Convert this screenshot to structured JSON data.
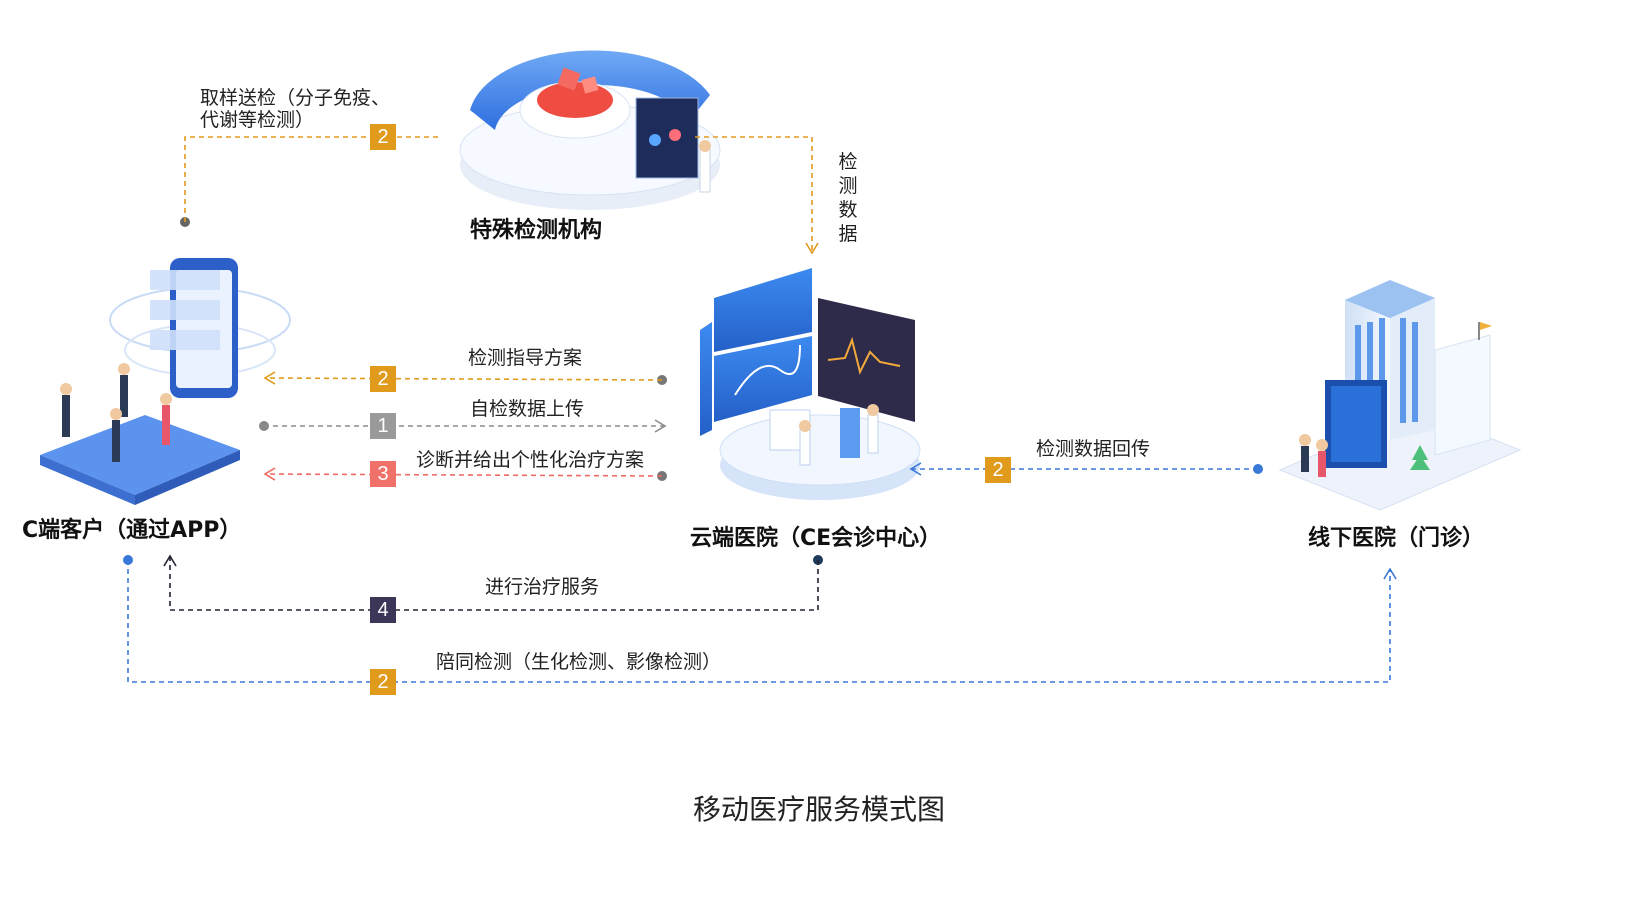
{
  "colors": {
    "orange": "#e09b1c",
    "gray": "#8c8c8c",
    "red": "#f06a64",
    "blue": "#3a78d8",
    "dark": "#222233",
    "badge_orange": "#e09b1c",
    "badge_gray": "#9a9a9a",
    "badge_red": "#f0706a",
    "badge_navy": "#3c3658"
  },
  "nodes": {
    "lab": "特殊检测机构",
    "client": "C端客户（通过APP）",
    "cloud": "云端医院（CE会诊中心）",
    "offline": "线下医院（门诊）"
  },
  "flows": {
    "sampling": {
      "label_line1": "取样送检（分子免疫、",
      "label_line2": "代谢等检测）",
      "step": "2"
    },
    "test_data": {
      "label": [
        "检",
        "测",
        "数",
        "据"
      ]
    },
    "guidance": {
      "label": "检测指导方案",
      "step": "2"
    },
    "upload": {
      "label": "自检数据上传",
      "step": "1"
    },
    "diagnosis": {
      "label": "诊断并给出个性化治疗方案",
      "step": "3"
    },
    "return_data": {
      "label": "检测数据回传",
      "step": "2"
    },
    "treatment": {
      "label": "进行治疗服务",
      "step": "4"
    },
    "accompany": {
      "label": "陪同检测（生化检测、影像检测）",
      "step": "2"
    }
  },
  "caption": "移动医疗服务模式图"
}
